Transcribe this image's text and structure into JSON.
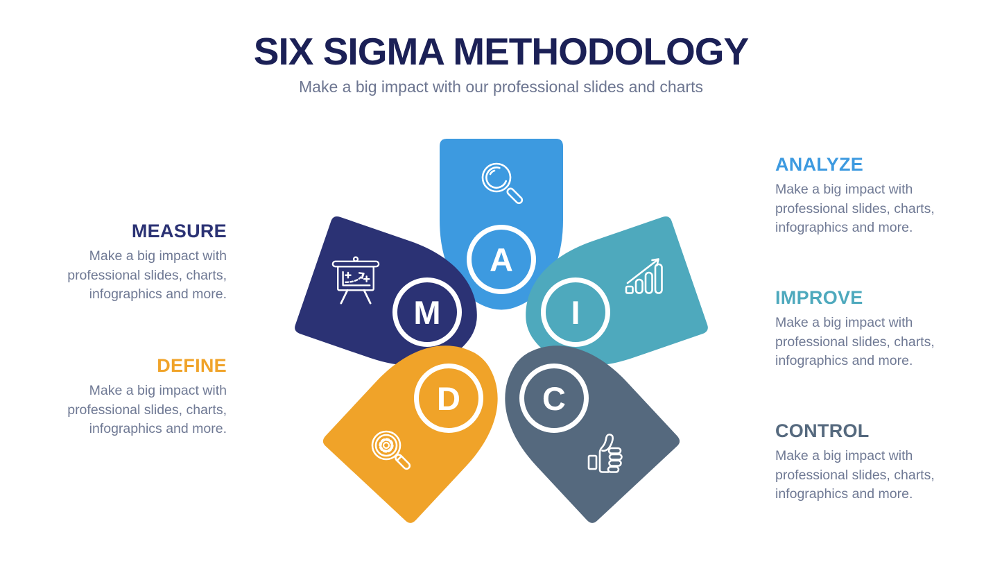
{
  "header": {
    "title": "SIX SIGMA METHODOLOGY",
    "subtitle": "Make a big impact with our professional slides and charts"
  },
  "steps": [
    {
      "key": "define",
      "letter": "D",
      "label": "DEFINE",
      "color": "#F0A329",
      "icon": "gear-magnifier-icon",
      "description": "Make a big impact with professional slides, charts, infographics and more."
    },
    {
      "key": "measure",
      "letter": "M",
      "label": "MEASURE",
      "color": "#2B3274",
      "icon": "strategy-board-icon",
      "description": "Make a big impact with professional slides, charts, infographics and more."
    },
    {
      "key": "analyze",
      "letter": "A",
      "label": "ANALYZE",
      "color": "#3D9AE0",
      "icon": "search-icon",
      "description": "Make a big impact with professional slides, charts, infographics and more."
    },
    {
      "key": "improve",
      "letter": "I",
      "label": "IMPROVE",
      "color": "#4EA9BD",
      "icon": "growth-chart-icon",
      "description": "Make a big impact with professional slides, charts, infographics and more."
    },
    {
      "key": "control",
      "letter": "C",
      "label": "CONTROL",
      "color": "#55697E",
      "icon": "thumbs-up-icon",
      "description": "Make a big impact with professional slides, charts, infographics and more."
    }
  ],
  "theme": {
    "background": "#FFFFFF",
    "title_color": "#1B2056",
    "subtitle_color": "#6C7590",
    "body_text_color": "#6F7994"
  }
}
